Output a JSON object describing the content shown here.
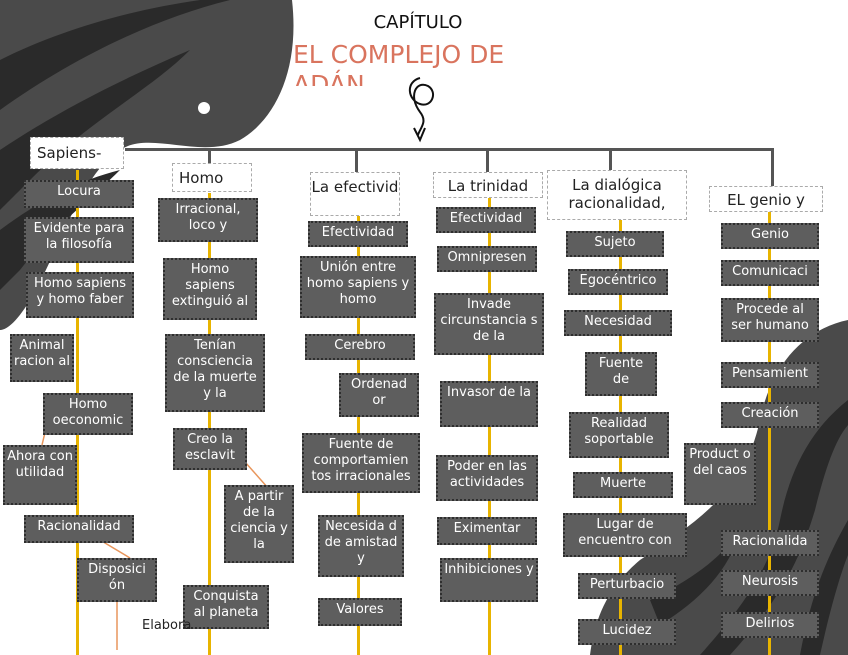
{
  "header": {
    "chapter": "CAPÍTULO",
    "title": "EL COMPLEJO DE ADÁN"
  },
  "columns": [
    {
      "title": "Sapiens-",
      "items": [
        "Locura",
        "Evidente para la filosofía",
        "Homo sapiens y homo faber",
        "Animal racion al",
        "Homo oeconomic",
        "Ahora con utilidad",
        "Racionalidad",
        "Disposici ón"
      ]
    },
    {
      "title": "Homo",
      "items": [
        "Irracional, loco y",
        "Homo sapiens extinguió al",
        "Tenían consciencia de la muerte y la",
        "Creo la esclavit",
        "A partir de la ciencia y la",
        "Conquista al planeta"
      ]
    },
    {
      "title": "La efectivid",
      "items": [
        "Efectividad",
        "Unión entre homo sapiens y homo",
        "Cerebro",
        "Ordenad or",
        "Fuente de comportamien tos irracionales",
        "Necesida d de amistad y",
        "Valores"
      ]
    },
    {
      "title": "La trinidad",
      "items": [
        "Efectividad",
        "Omnipresen",
        "Invade circunstancia s de la",
        "Invasor de la",
        "Poder en las actividades",
        "Eximentar",
        "Inhibiciones y"
      ]
    },
    {
      "title": "La dialógica racionalidad,",
      "items": [
        "Sujeto",
        "Egocéntrico",
        "Necesidad",
        "Fuente de",
        "Realidad soportable",
        "Muerte",
        "Lugar de encuentro con",
        "Perturbacio",
        "Lucidez"
      ]
    },
    {
      "title": "EL genio y",
      "items": [
        "Genio",
        "Comunicaci",
        "Procede al ser humano",
        "Pensamient",
        "Creación",
        "Product o del caos",
        "Racionalida",
        "Neurosis",
        "Delirios"
      ]
    }
  ],
  "footer": {
    "credit": "Elabora"
  },
  "colors": {
    "accent": "#d9745e",
    "node": "#5e5e5e",
    "line": "#e8b400",
    "deco": "#3d3d3d"
  }
}
